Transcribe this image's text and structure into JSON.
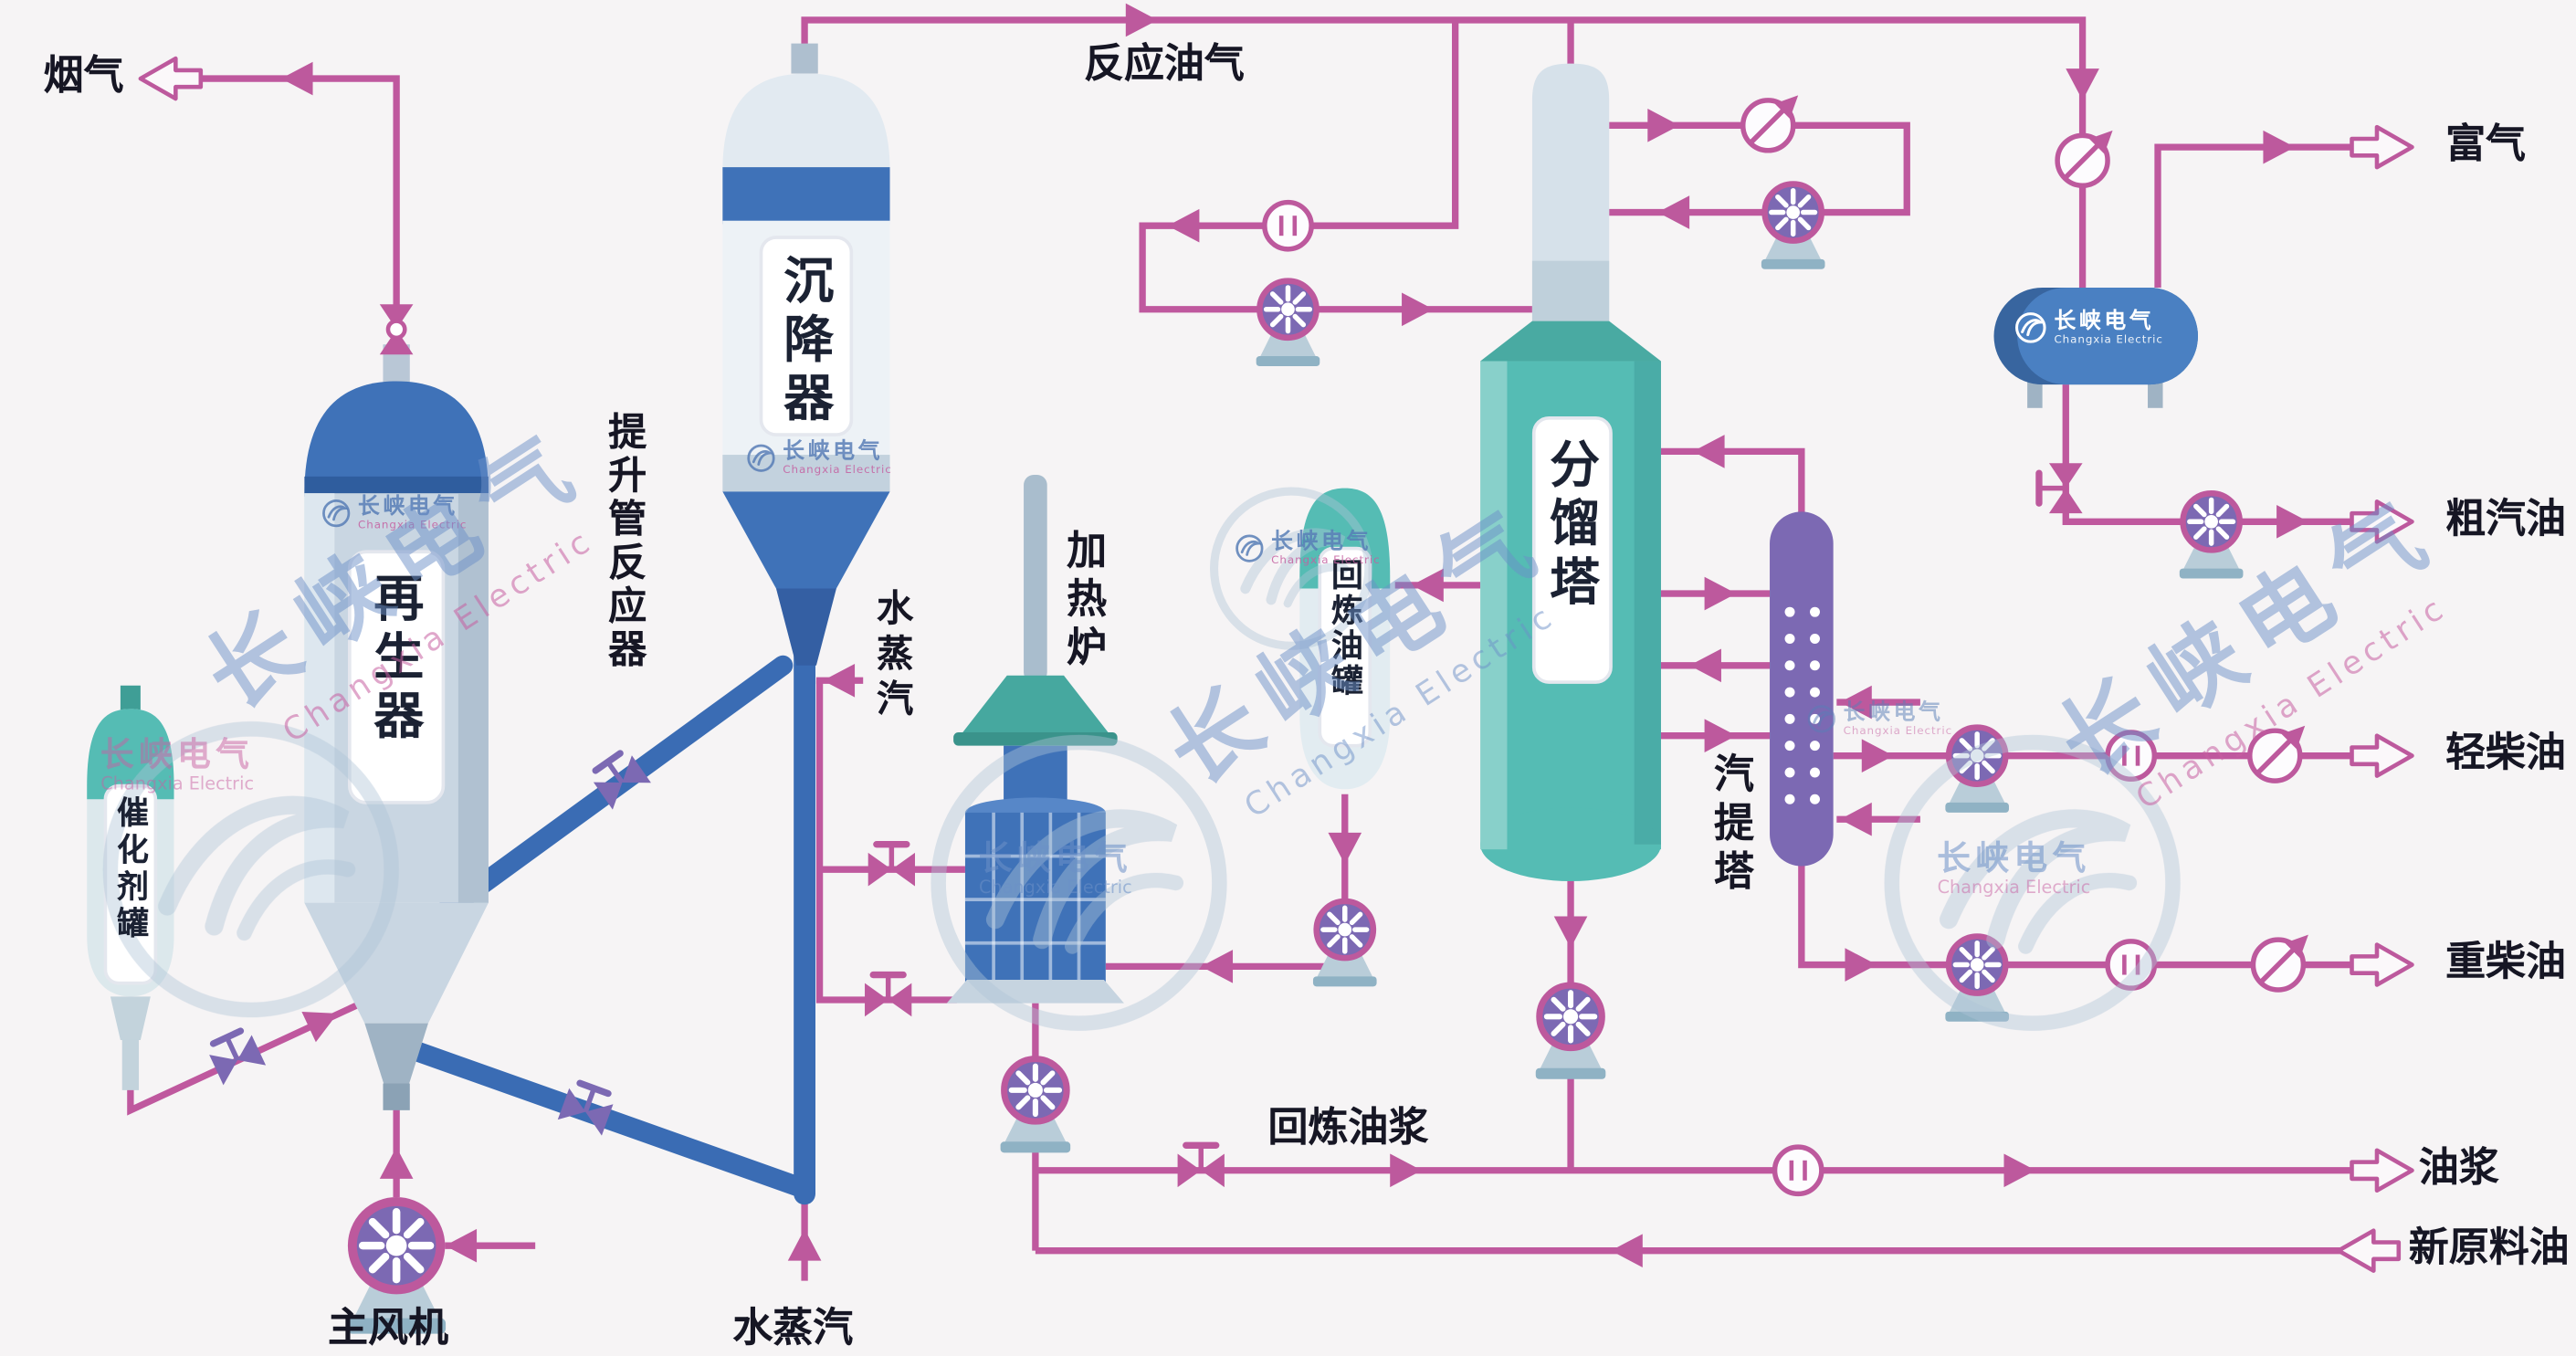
{
  "diagram": {
    "background": "#f6f4f5",
    "labels": {
      "flue_gas": "烟气",
      "reaction_oil_gas": "反应油气",
      "regenerator": "再生器",
      "catalyst_tank": "催化剂罐",
      "riser_reactor": "提升管反应器",
      "settler": "沉降器",
      "steam_side": "水蒸汽",
      "steam_bottom": "水蒸汽",
      "main_blower": "主风机",
      "heating_furnace": "加热炉",
      "recycle_oil_tank": "回炼油罐",
      "fractionator": "分馏塔",
      "stripper": "汽提塔",
      "recycle_slurry": "回炼油浆",
      "rich_gas": "富气",
      "crude_gasoline": "粗汽油",
      "light_diesel": "轻柴油",
      "heavy_diesel": "重柴油",
      "oil_slurry": "油浆",
      "fresh_feed": "新原料油"
    },
    "brand": {
      "name": "长峡电气",
      "name_en": "Changxia Electric"
    },
    "colors": {
      "pipe_pink": "#bf589e",
      "pipe_blue": "#3a6cb4",
      "vessel_teal": "#55bcb4",
      "vessel_blue": "#3f72b8",
      "machine_purple": "#7c69b3",
      "accent_pink": "#bd599d",
      "label_text": "#161624"
    }
  }
}
